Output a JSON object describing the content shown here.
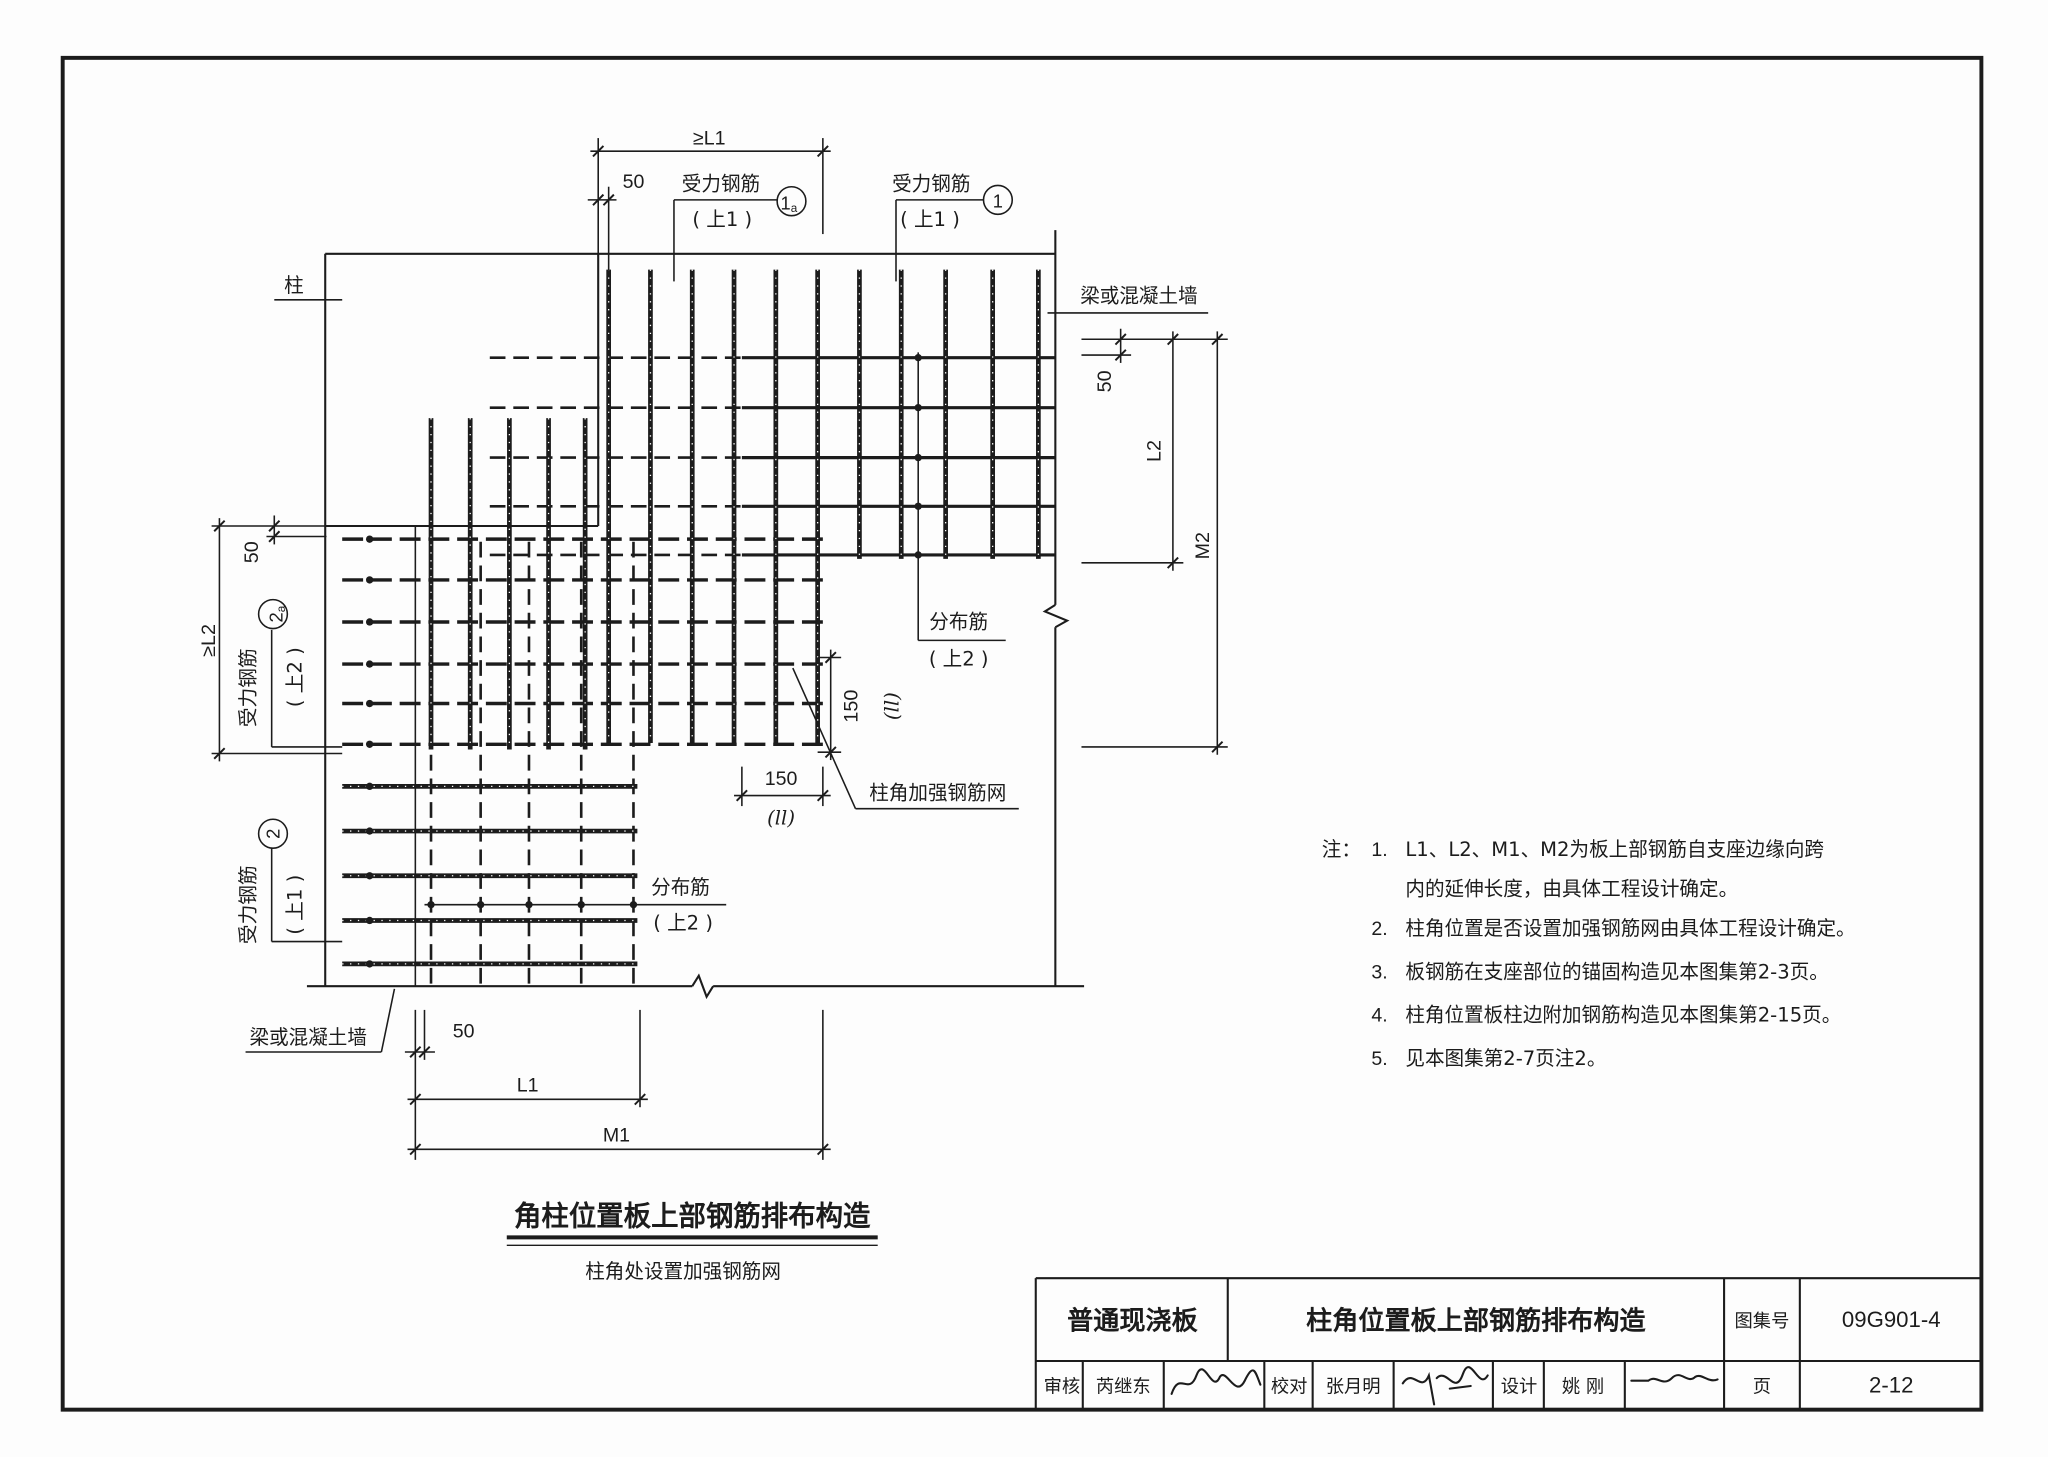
{
  "sheet": {
    "column_label": "柱",
    "top": {
      "dim_l1": "≥L1",
      "dim_50": "50",
      "rebar_1a": {
        "name": "受力钢筋",
        "layer": "( 上1 )",
        "marker_num": "1",
        "marker_sub": "a"
      },
      "rebar_1": {
        "name": "受力钢筋",
        "layer": "( 上1 )",
        "marker_num": "1"
      }
    },
    "right": {
      "support": "梁或混凝土墙",
      "dim_50": "50",
      "dim_l2": "L2",
      "dim_m2": "M2",
      "distribution": {
        "name": "分布筋",
        "layer": "( 上2 )"
      }
    },
    "left": {
      "dim_50": "50",
      "dim_l2": "≥L2",
      "rebar_2a": {
        "name": "受力钢筋",
        "layer": "( 上2 )",
        "marker_num": "2",
        "marker_sub": "a"
      },
      "rebar_2": {
        "name": "受力钢筋",
        "layer": "( 上1 )",
        "marker_num": "2"
      }
    },
    "corner": {
      "dim_v": "150",
      "lap_v": "(ll)",
      "dim_h": "150",
      "lap_h": "(ll)",
      "mesh_label": "柱角加强钢筋网"
    },
    "bottom": {
      "distribution": {
        "name": "分布筋",
        "layer": "( 上2 )"
      },
      "support": "梁或混凝土墙",
      "dim_50": "50",
      "dim_l1": "L1",
      "dim_m1": "M1"
    }
  },
  "title": "角柱位置板上部钢筋排布构造",
  "subtitle": "柱角处设置加强钢筋网",
  "notes": {
    "prefix": "注：",
    "items": [
      {
        "num": "1.",
        "lines": [
          "L1、L2、M1、M2为板上部钢筋自支座边缘向跨",
          "内的延伸长度，由具体工程设计确定。"
        ]
      },
      {
        "num": "2.",
        "lines": [
          "柱角位置是否设置加强钢筋网由具体工程设计确定。"
        ]
      },
      {
        "num": "3.",
        "lines": [
          "板钢筋在支座部位的锚固构造见本图集第2-3页。"
        ]
      },
      {
        "num": "4.",
        "lines": [
          "柱角位置板柱边附加钢筋构造见本图集第2-15页。"
        ]
      },
      {
        "num": "5.",
        "lines": [
          "见本图集第2-7页注2。"
        ]
      }
    ]
  },
  "title_block": {
    "category": "普通现浇板",
    "drawing_name": "柱角位置板上部钢筋排布构造",
    "atlas_label": "图集号",
    "atlas_no": "09G901-4",
    "reviewer_role": "审核",
    "reviewer": "芮继东",
    "checker_role": "校对",
    "checker": "张月明",
    "designer_role": "设计",
    "designer": "姚 刚",
    "page_label": "页",
    "page_no": "2-12"
  }
}
